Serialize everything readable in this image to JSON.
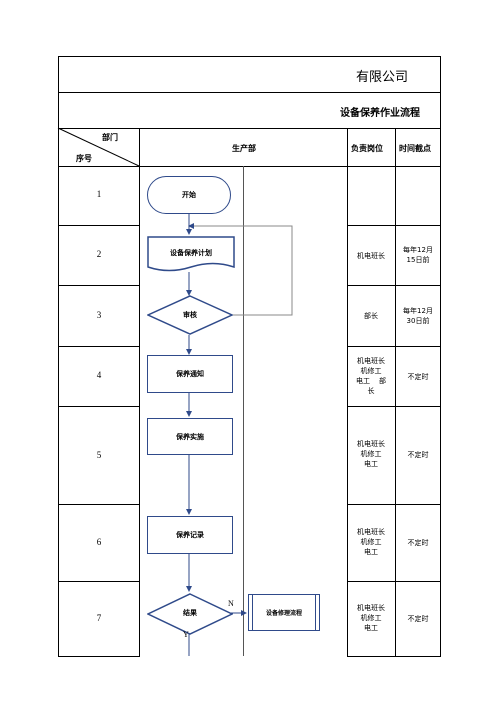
{
  "company": "有限公司",
  "doc_title": "设备保养作业流程",
  "header": {
    "dept_label": "部门",
    "seq_label": "序号",
    "lane_name": "生产部",
    "position_label": "负责岗位",
    "time_label": "时间截点"
  },
  "rows": [
    {
      "seq": "1",
      "position": "",
      "time": ""
    },
    {
      "seq": "2",
      "position": "机电班长",
      "time": "每年12月\n15日前"
    },
    {
      "seq": "3",
      "position": "部长",
      "time": "每年12月\n30日前"
    },
    {
      "seq": "4",
      "position": "机电班长\n机修工\n电工    部\n长",
      "time": "不定时"
    },
    {
      "seq": "5",
      "position": "机电班长\n机修工\n电工",
      "time": "不定时"
    },
    {
      "seq": "6",
      "position": "机电班长\n机修工\n电工",
      "time": "不定时"
    },
    {
      "seq": "7",
      "position": "机电班长\n机修工\n电工",
      "time": "不定时"
    }
  ],
  "flow": {
    "start": "开始",
    "plan": "设备保养计划",
    "review": "审核",
    "notice": "保养通知",
    "implement": "保养实施",
    "record": "保养记录",
    "result": "结果",
    "repair": "设备修理流程",
    "label_n": "N",
    "label_y": "Y"
  },
  "colors": {
    "flow_border": "#2f4a8a",
    "arrow": "#2f4a8a",
    "feedback_line": "#888888"
  }
}
